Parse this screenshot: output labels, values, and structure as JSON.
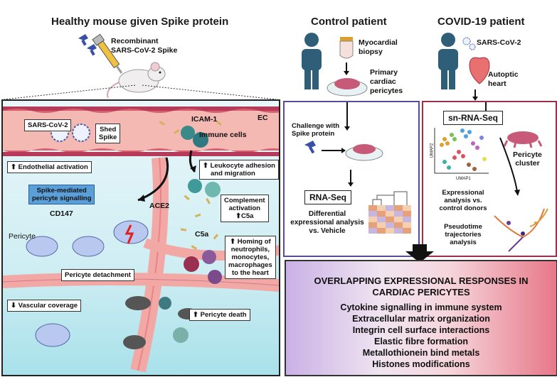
{
  "titles": {
    "mouse": "Healthy mouse given Spike protein",
    "control": "Control patient",
    "covid": "COVID-19 patient"
  },
  "mouse_panel": {
    "recombinant": "Recombinant",
    "spike": "SARS-CoV-2 Spike",
    "sars_cov_2": "SARS-CoV-2",
    "shed": "Shed",
    "spike_word": "Spike",
    "icam": "ICAM-1",
    "ec": "EC",
    "immune_cells": "Immune cells",
    "endothelial_activation": "Endothelial activation",
    "leukocyte_line1": "Leukocyte adhesion",
    "leukocyte_line2": "and migration",
    "spike_mediated_line1": "Spike-mediated",
    "spike_mediated_line2": "pericyte signalling",
    "cd147": "CD147",
    "ace2": "ACE2",
    "complement_line1": "Complement",
    "complement_line2": "activation",
    "c5a_box": "C5a",
    "pericyte": "Pericyte",
    "c5a": "C5a",
    "homing_line1": "Homing of",
    "homing_line2": "neutrophils,",
    "homing_line3": "monocytes,",
    "homing_line4": "macrophages",
    "homing_line5": "to the heart",
    "pericyte_detachment": "Pericyte detachment",
    "vascular_coverage": "Vascular coverage",
    "pericyte_death": "Pericyte death"
  },
  "control_panel": {
    "myocardial": "Myocardial",
    "biopsy": "biopsy",
    "primary": "Primary",
    "cardiac": "cardiac",
    "pericytes": "pericytes",
    "challenge_line1": "Challenge with",
    "challenge_line2": "Spike protein",
    "rna_seq": "RNA-Seq",
    "differential_line1": "Differential",
    "differential_line2": "expressional analysis",
    "differential_line3": "vs. Vehicle"
  },
  "covid_panel": {
    "sars_cov_2": "SARS-CoV-2",
    "autoptic": "Autoptic",
    "heart": "heart",
    "sn_rna_seq": "sn-RNA-Seq",
    "pericyte": "Pericyte",
    "cluster": "cluster",
    "umap_x": "UMAP1",
    "umap_y": "UMAP2",
    "expressional_line1": "Expressional",
    "expressional_line2": "analysis vs.",
    "expressional_line3": "control donors",
    "pseudotime_line1": "Pseudotime",
    "pseudotime_line2": "trajectories",
    "pseudotime_line3": "analysis"
  },
  "summary": {
    "heading_line1": "OVERLAPPING EXPRESSIONAL RESPONSES IN",
    "heading_line2": "CARDIAC PERICYTES",
    "items": [
      "Cytokine signalling in immune system",
      "Extracellular matrix organization",
      "Integrin cell surface interactions",
      "Elastic fibre formation",
      "Metallothionein bind metals",
      "Histones modifications"
    ]
  },
  "colors": {
    "vessel": "#c9465a",
    "pericyte": "#b9c8ee",
    "spike": "#3a4fa8",
    "control_border": "#5a4a9a",
    "covid_border": "#a0304a",
    "person": "#2f5f78"
  }
}
